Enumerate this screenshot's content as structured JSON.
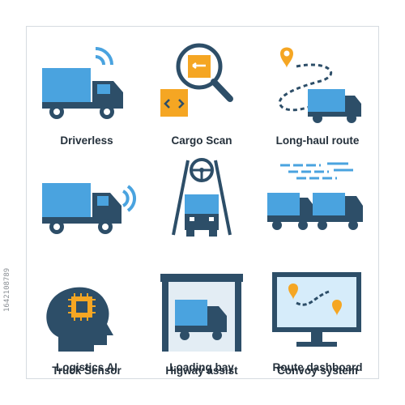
{
  "icons": [
    {
      "label": "Driverless",
      "icon": "driverless-truck-icon"
    },
    {
      "label": "Cargo Scan",
      "icon": "cargo-scan-icon"
    },
    {
      "label": "Long-haul route",
      "icon": "long-haul-route-icon"
    },
    {
      "label": "Truck Sensor",
      "icon": "truck-sensor-icon"
    },
    {
      "label": "Higway assist",
      "icon": "highway-assist-icon"
    },
    {
      "label": "Convoy system",
      "icon": "convoy-system-icon"
    },
    {
      "label": "Logistics AI",
      "icon": "logistics-ai-icon"
    },
    {
      "label": "Loading bay",
      "icon": "loading-bay-icon"
    },
    {
      "label": "Route dashboard",
      "icon": "route-dashboard-icon"
    }
  ],
  "stock_id": "1642108789",
  "colors": {
    "blue": "#4aa3df",
    "navy": "#2d4e68",
    "orange": "#f5a623",
    "dark": "#24303b"
  }
}
